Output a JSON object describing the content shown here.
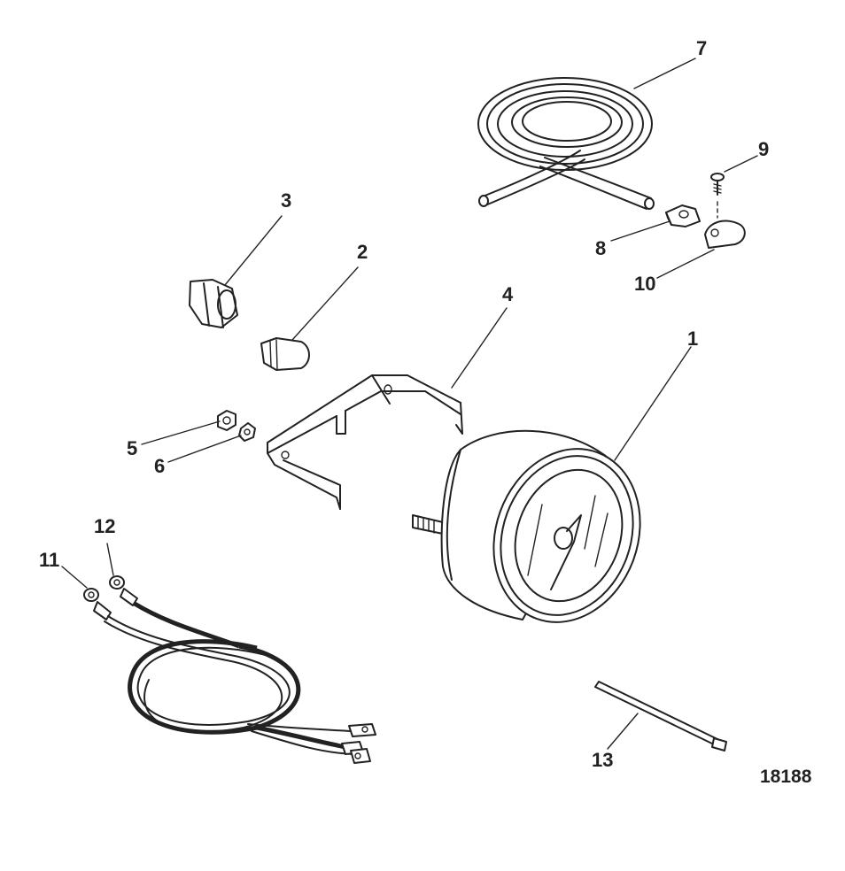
{
  "figure_number": "18188",
  "callouts": {
    "c1": "1",
    "c2": "2",
    "c3": "3",
    "c4": "4",
    "c5": "5",
    "c6": "6",
    "c7": "7",
    "c8": "8",
    "c9": "9",
    "c10": "10",
    "c11": "11",
    "c12": "12",
    "c13": "13"
  },
  "colors": {
    "ink": "#222222",
    "paper": "#ffffff"
  }
}
